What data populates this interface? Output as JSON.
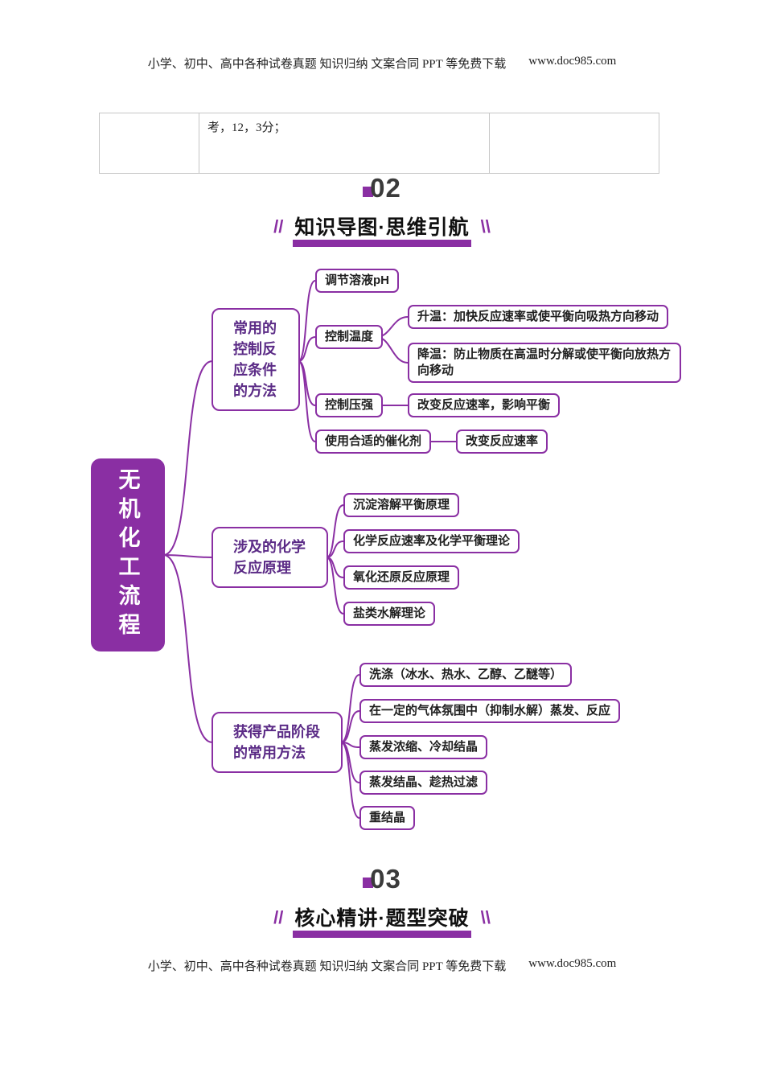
{
  "colors": {
    "accent_purple": "#8a2fa3",
    "text": "#1f1f1f"
  },
  "header": {
    "text": "小学、初中、高中各种试卷真题 知识归纳 文案合同 PPT 等免费下载",
    "url": "www.doc985.com"
  },
  "footer": {
    "text": "小学、初中、高中各种试卷真题 知识归纳 文案合同 PPT 等免费下载",
    "url": "www.doc985.com"
  },
  "table": {
    "cell": "考，12，3分；"
  },
  "sections": {
    "s02": {
      "number": "02",
      "title": "知识导图·思维引航",
      "deco_left": "//",
      "deco_right": "\\\\"
    },
    "s03": {
      "number": "03",
      "title": "核心精讲·题型突破",
      "deco_left": "//",
      "deco_right": "\\\\"
    }
  },
  "mindmap": {
    "root": "无机化工流程",
    "b1": {
      "label": "常用的控制反应条件的方法",
      "ph": "调节溶液pH",
      "temp": "控制温度",
      "temp_up": "升温：加快反应速率或使平衡向吸热方向移动",
      "temp_down": "降温：防止物质在高温时分解或使平衡向放热方向移动",
      "pressure": "控制压强",
      "pressure_note": "改变反应速率，影响平衡",
      "catalyst": "使用合适的催化剂",
      "catalyst_note": "改变反应速率"
    },
    "b2": {
      "label": "涉及的化学反应原理",
      "c1": "沉淀溶解平衡原理",
      "c2": "化学反应速率及化学平衡理论",
      "c3": "氧化还原反应原理",
      "c4": "盐类水解理论"
    },
    "b3": {
      "label": "获得产品阶段的常用方法",
      "c1": "洗涤（冰水、热水、乙醇、乙醚等）",
      "c2": "在一定的气体氛围中（抑制水解）蒸发、反应",
      "c3": "蒸发浓缩、冷却结晶",
      "c4": "蒸发结晶、趁热过滤",
      "c5": "重结晶"
    }
  }
}
